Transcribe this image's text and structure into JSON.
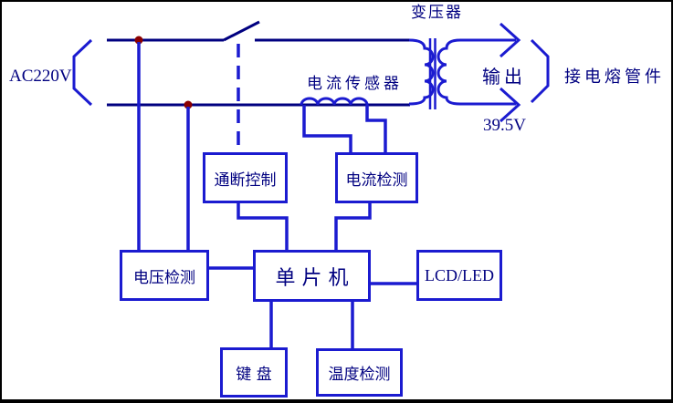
{
  "diagram": {
    "type": "block-circuit-diagram",
    "colors": {
      "background": "#ffffff",
      "frame": "#000000",
      "wire": "#000080",
      "shape": "#1b1bd0",
      "text": "#000080",
      "junction_dot": "#8b0000"
    },
    "labels": {
      "ac_input": "AC220V",
      "transformer": "变压器",
      "current_sensor": "电流传感器",
      "output": "输出",
      "output_voltage": "39.5V",
      "load": "接电熔管件"
    },
    "blocks": {
      "onoff_control": {
        "label": "通断控制"
      },
      "current_detect": {
        "label": "电流检测"
      },
      "voltage_detect": {
        "label": "电压检测"
      },
      "mcu": {
        "label": "单 片 机"
      },
      "display": {
        "label": "LCD/LED"
      },
      "keyboard": {
        "label": "键 盘"
      },
      "temp_detect": {
        "label": "温度检测"
      }
    },
    "icons": [
      "switch-icon",
      "inductor-coil-icon",
      "transformer-icon",
      "arrow-right-icon",
      "brace-icon"
    ]
  }
}
